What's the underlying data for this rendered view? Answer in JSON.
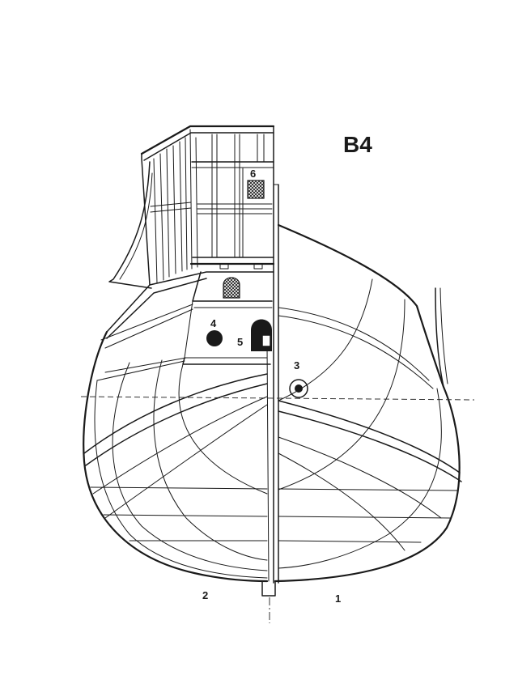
{
  "sheet_label": "B4",
  "callouts": {
    "c1": "1",
    "c2": "2",
    "c3": "3",
    "c4": "4",
    "c5": "5",
    "c6": "6"
  }
}
